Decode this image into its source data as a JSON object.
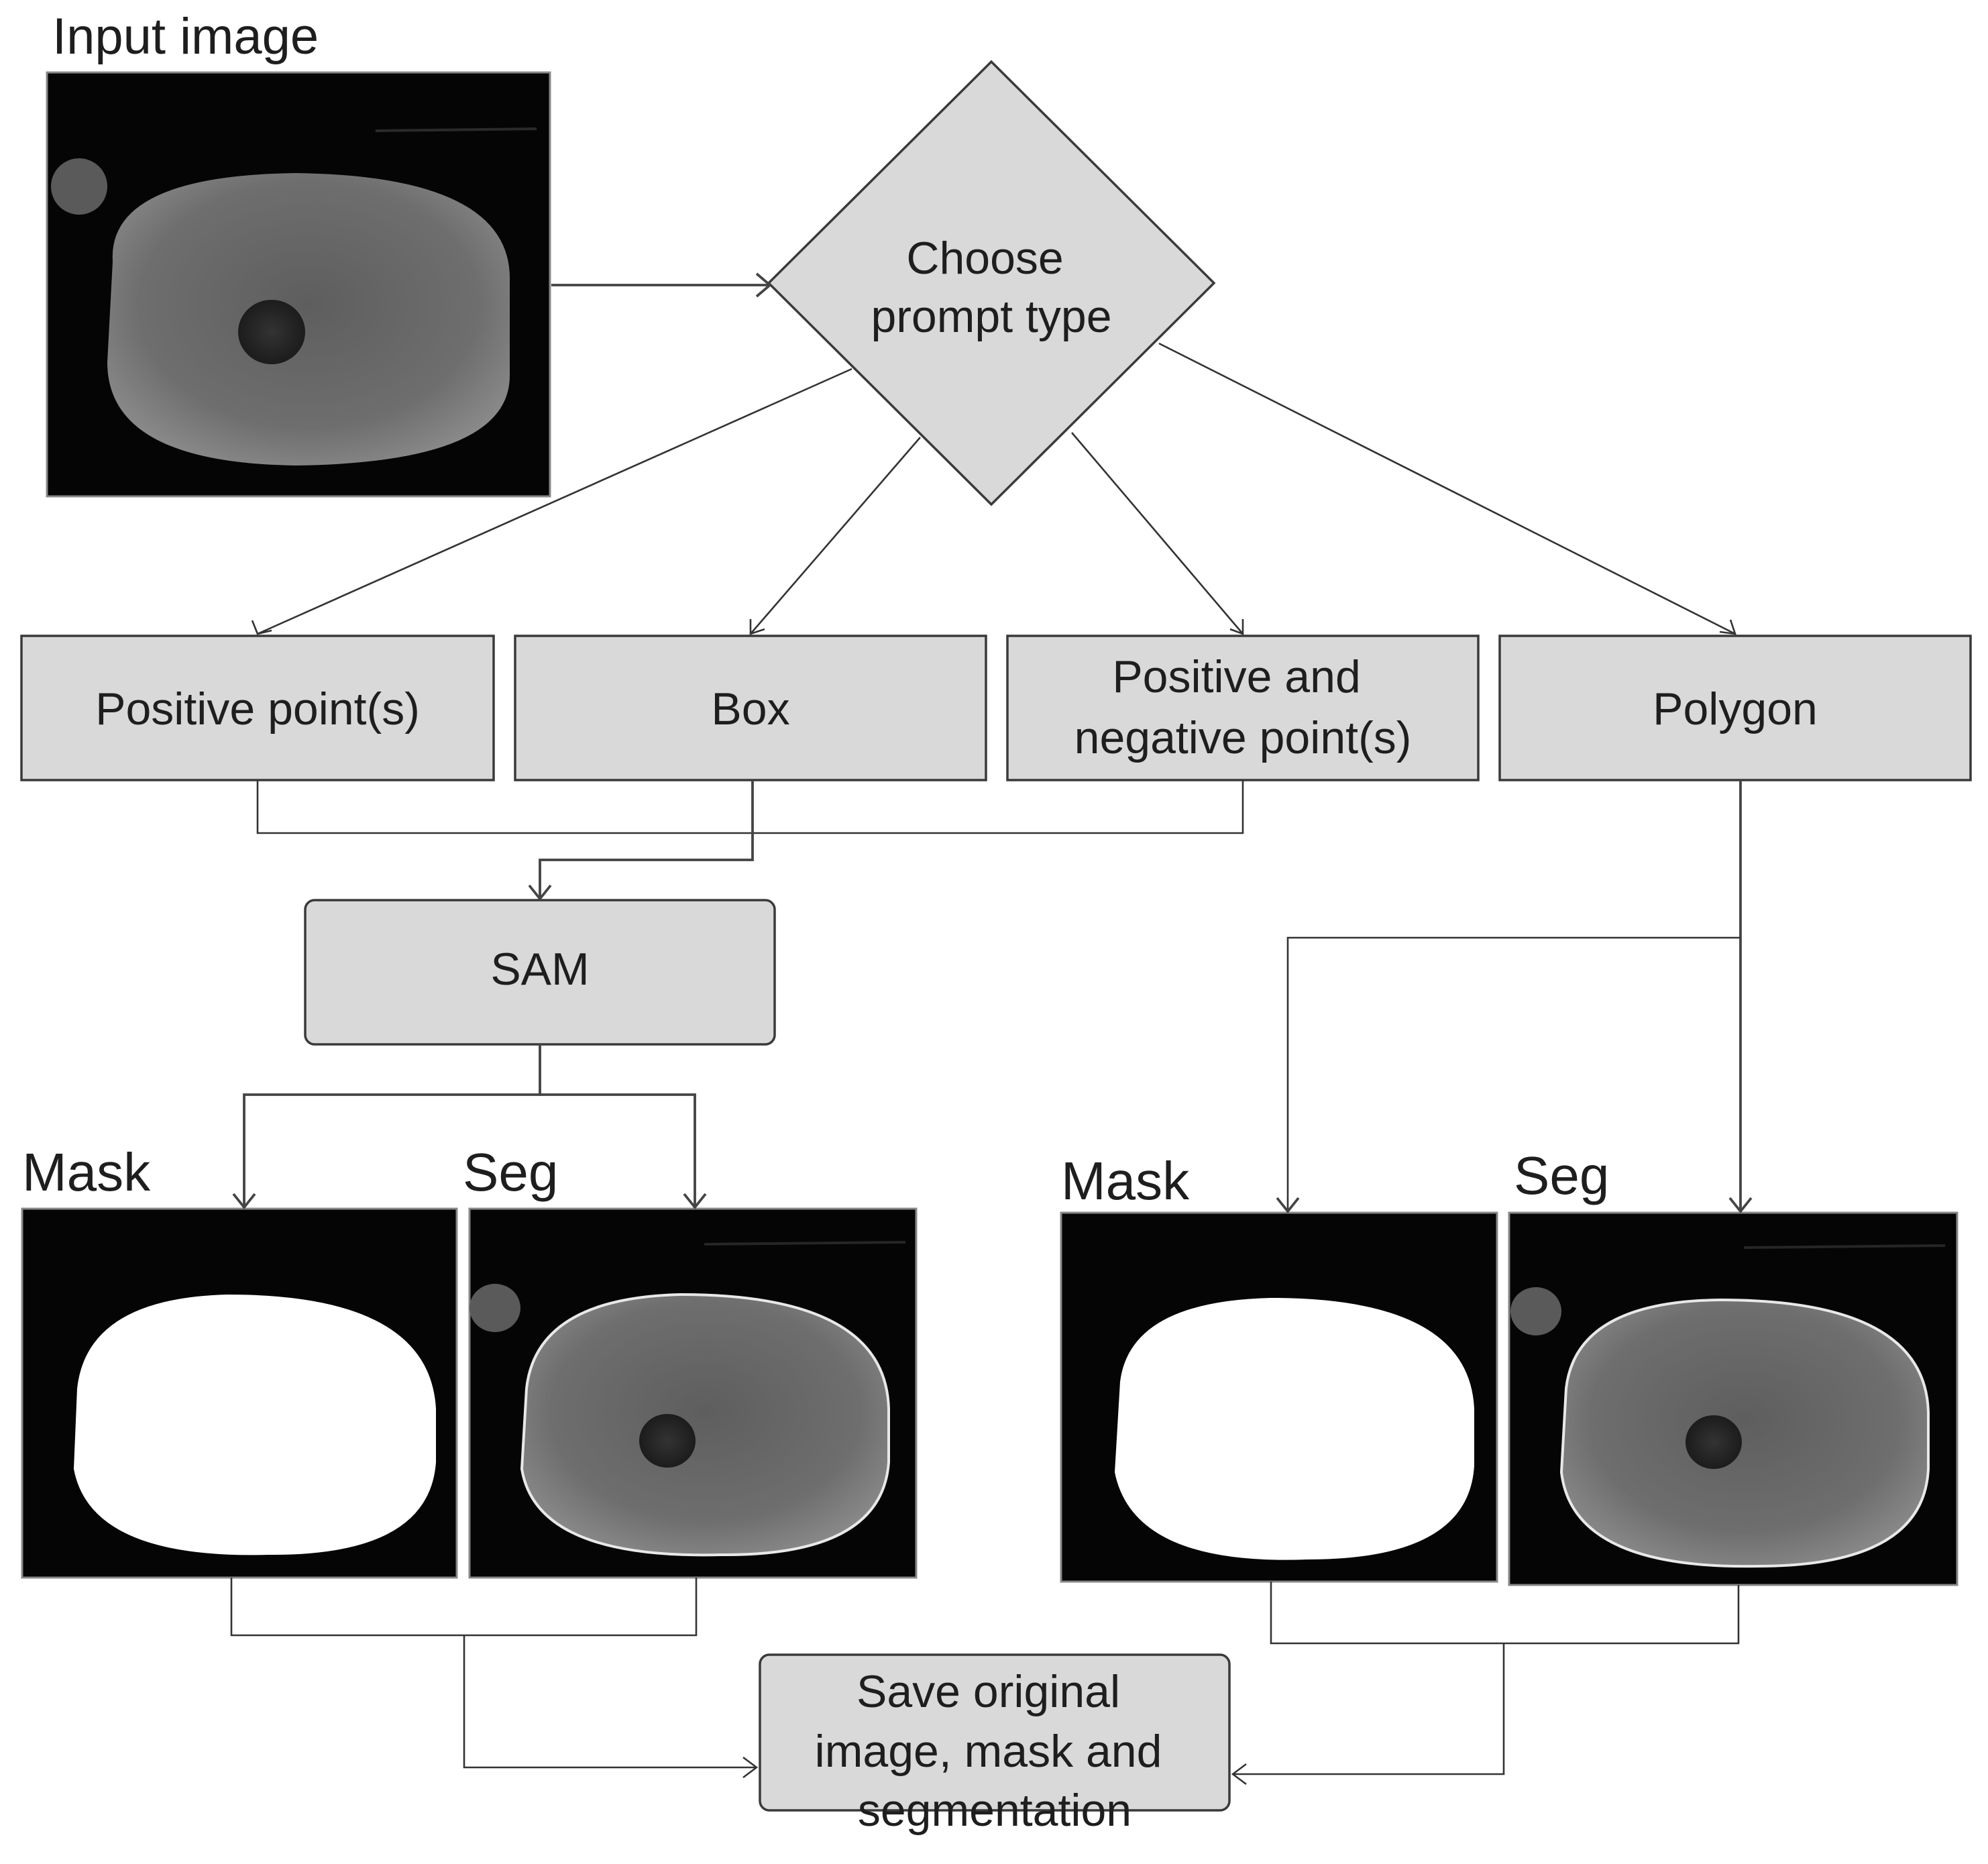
{
  "labels": {
    "input_image": "Input image",
    "decision": [
      "Choose",
      "prompt type"
    ],
    "positive_points": "Positive point(s)",
    "box": "Box",
    "pos_neg_points": [
      "Positive and",
      "negative point(s)"
    ],
    "polygon": "Polygon",
    "sam": "SAM",
    "mask_left": "Mask",
    "seg_left": "Seg",
    "mask_right": "Mask",
    "seg_right": "Seg",
    "save": [
      "Save original",
      "image, mask and",
      "segmentation"
    ]
  },
  "colors": {
    "node_fill": "#d9d9d9",
    "node_stroke": "#3a3a3a",
    "connector": "#444444",
    "image_background": "#050505",
    "mask_foreground": "#ffffff",
    "scan_tissue": "#6b6b6b",
    "lesion": "#2a2a2a"
  }
}
